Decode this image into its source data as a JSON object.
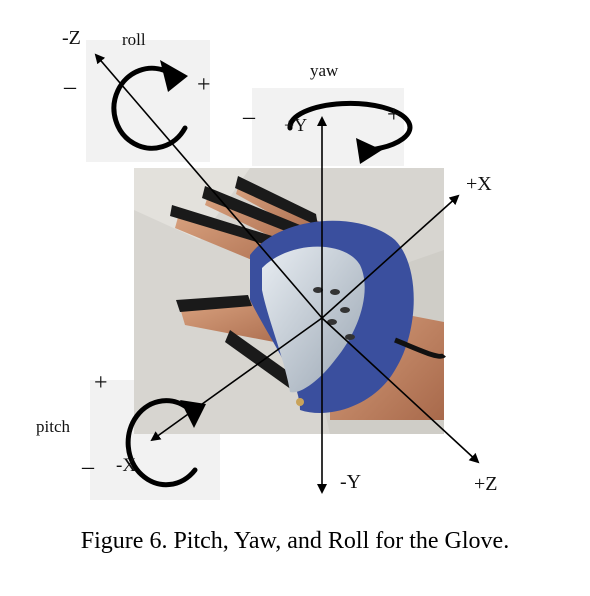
{
  "figure": {
    "labels": {
      "neg_z": "-Z",
      "roll": "roll",
      "roll_minus": "–",
      "roll_plus": "+",
      "yaw": "yaw",
      "yaw_minus": "–",
      "yaw_plus": "+",
      "pos_y": "+Y",
      "pos_x": "+X",
      "pitch": "pitch",
      "pitch_plus": "+",
      "pitch_minus": "–",
      "neg_x": "-X",
      "neg_y": "-Y",
      "pos_z": "+Z"
    },
    "photo": {
      "subject": "data glove on a hand"
    }
  },
  "caption": "Figure 6. Pitch, Yaw, and Roll for the Glove.",
  "colors": {
    "axis": "#000000",
    "glove_blue": "#3a4f9e",
    "glove_silver": "#c9d2dc",
    "skin": "#c98e6c",
    "cloth": "#d7d5d0",
    "finger_black": "#1a1a1a"
  }
}
